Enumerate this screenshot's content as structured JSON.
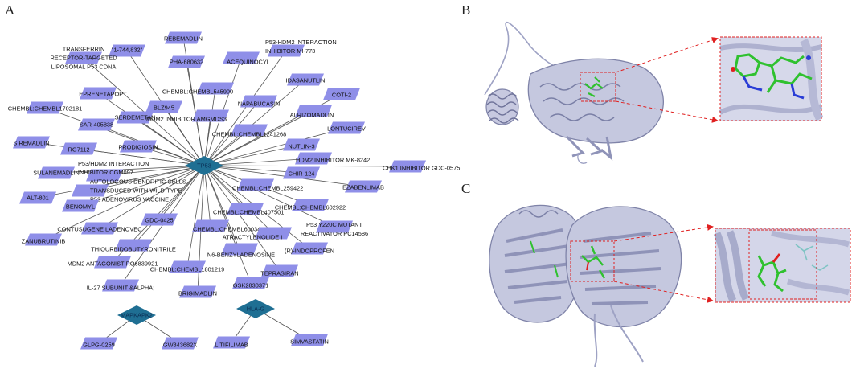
{
  "panels": {
    "a": "A",
    "b": "B",
    "c": "C"
  },
  "colors": {
    "diamond": "#8f8fe8",
    "hub": "#1f6f93",
    "edge": "#555555",
    "protein": "#b6b9d6",
    "protein_dark": "#7f83a8",
    "ligand": "#2fc12f",
    "callout": "#e02020"
  },
  "hubs": [
    {
      "id": "tp53",
      "label": "TP53"
    },
    {
      "id": "mapkapk2",
      "label": "MAPKAPK2"
    },
    {
      "id": "hlag",
      "label": "HLA-G"
    }
  ],
  "nodes": [
    {
      "lines": [
        "\"1-744,832\""
      ]
    },
    {
      "lines": [
        "REBEMADLIN"
      ]
    },
    {
      "lines": [
        "PHA-680632"
      ]
    },
    {
      "lines": [
        "ACEQUINOCYL"
      ]
    },
    {
      "lines": [
        "P53-HDM2 INTERACTION",
        "INHIBITOR MI-773"
      ]
    },
    {
      "lines": [
        "TRANSFERRIN",
        "RECEPTOR-TARGETED",
        "LIPOSOMAL P53 CDNA"
      ]
    },
    {
      "lines": [
        "EPRENETAPOPT"
      ]
    },
    {
      "lines": [
        "BLZ945"
      ]
    },
    {
      "lines": [
        "CHEMBL:CHEMBL545900"
      ]
    },
    {
      "lines": [
        "IDASANUTLIN"
      ]
    },
    {
      "lines": [
        "COTI-2"
      ]
    },
    {
      "lines": [
        "SERDEMETAN"
      ]
    },
    {
      "lines": [
        "NAPABUCASIN"
      ]
    },
    {
      "lines": [
        "CHEMBL:CHEMBL1702181"
      ]
    },
    {
      "lines": [
        "MDM2 INHIBITOR AMGMDS3"
      ]
    },
    {
      "lines": [
        "ALRIZOMADLIN"
      ]
    },
    {
      "lines": [
        "SAR-405838"
      ]
    },
    {
      "lines": [
        "CHEMBL:CHEMBL1241268"
      ]
    },
    {
      "lines": [
        "LONTUCIREV"
      ]
    },
    {
      "lines": [
        "SIREMADLIN"
      ]
    },
    {
      "lines": [
        "PRODIGIOSIN"
      ]
    },
    {
      "lines": [
        "NUTLIN-3"
      ]
    },
    {
      "lines": [
        "RG7112"
      ]
    },
    {
      "lines": [
        "HDM2 INHIBITOR MK-8242"
      ]
    },
    {
      "lines": [
        "CHK1 INHIBITOR GDC-0575"
      ]
    },
    {
      "lines": [
        "SULANEMADLIN"
      ]
    },
    {
      "lines": [
        "P53/HDM2 INTERACTION",
        "INHIBITOR CGM097"
      ]
    },
    {
      "lines": [
        "CHIR-124"
      ]
    },
    {
      "lines": [
        "EZABENLIMAB"
      ]
    },
    {
      "lines": [
        "AUTOLOGOUS DENDRITIC CELLS",
        "TRANSDUCED WITH WILD-TYPE",
        "P53 ADENOVIRUS VACCINE"
      ]
    },
    {
      "lines": [
        "CHEMBL:CHEMBL259422"
      ]
    },
    {
      "lines": [
        "ALT-801"
      ]
    },
    {
      "lines": [
        "BENOMYL"
      ]
    },
    {
      "lines": [
        "CHEMBL:CHEMBL602922"
      ]
    },
    {
      "lines": [
        "GDC-0425"
      ]
    },
    {
      "lines": [
        "CHEMBL:CHEMBL407501"
      ]
    },
    {
      "lines": [
        "CONTUSUGENE LADENOVEC"
      ]
    },
    {
      "lines": [
        "CHEMBL:CHEMBL600347"
      ]
    },
    {
      "lines": [
        "ATRACTYLENOLIDE I"
      ]
    },
    {
      "lines": [
        "P53 Y220C MUTANT",
        "REACTIVATOR PC14586"
      ]
    },
    {
      "lines": [
        "ZANUBRUTINIB"
      ]
    },
    {
      "lines": [
        "THIOUREIDOBUTYRONITRILE"
      ]
    },
    {
      "lines": [
        "N6-BENZYLADENOSINE"
      ]
    },
    {
      "lines": [
        "(R)-INDOPROFEN"
      ]
    },
    {
      "lines": [
        "MDM2 ANTAGONIST RO6839921"
      ]
    },
    {
      "lines": [
        "CHEMBL:CHEMBL1801219"
      ]
    },
    {
      "lines": [
        "TEPRASIRAN"
      ]
    },
    {
      "lines": [
        "IL-27 SUBUNIT &ALPHA;"
      ]
    },
    {
      "lines": [
        "BRIGIMADLIN"
      ]
    },
    {
      "lines": [
        "GSK2830371"
      ]
    },
    {
      "lines": [
        "GLPG-0259"
      ]
    },
    {
      "lines": [
        "GW843682X"
      ]
    },
    {
      "lines": [
        "LITIFILIMAB"
      ]
    },
    {
      "lines": [
        "SIMVASTATIN"
      ]
    }
  ]
}
